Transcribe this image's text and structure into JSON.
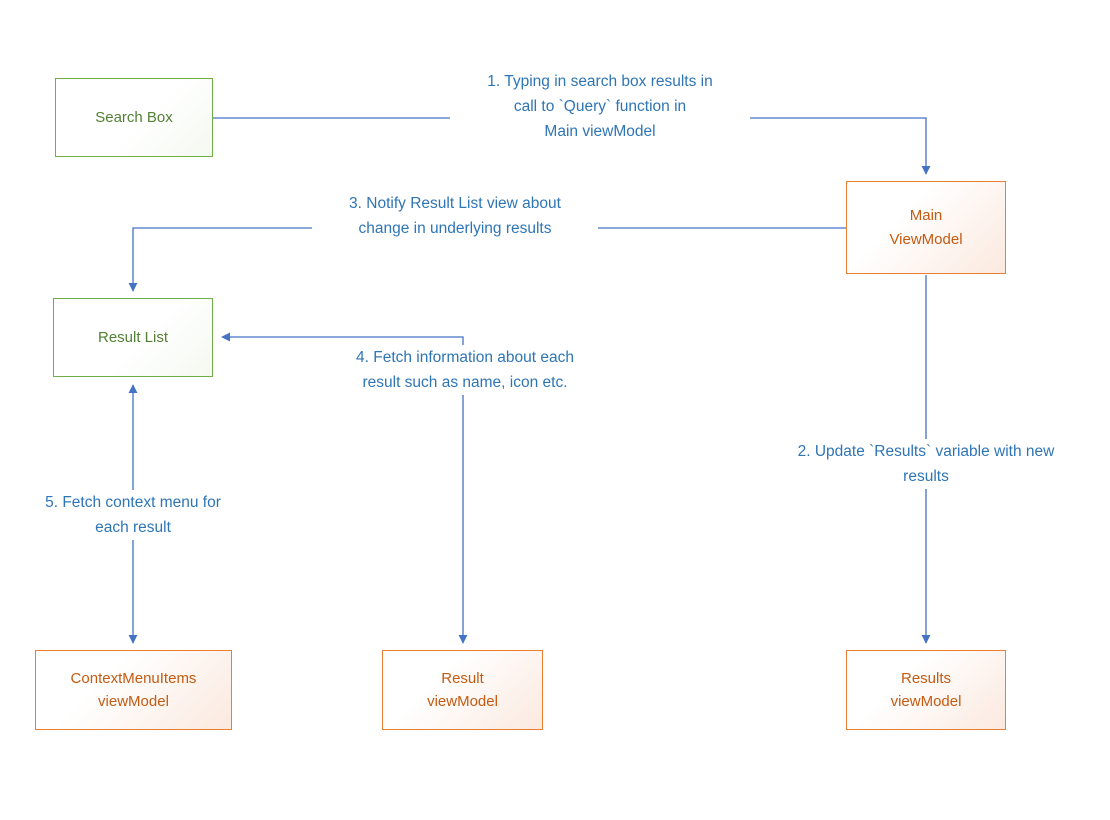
{
  "diagram": {
    "boxes": {
      "search_box": {
        "label": "Search Box"
      },
      "main_viewmodel": {
        "label": "Main\nViewModel"
      },
      "result_list": {
        "label": "Result List"
      },
      "contextmenu_viewmodel": {
        "label": "ContextMenuItems\nviewModel"
      },
      "result_viewmodel": {
        "label": "Result\nviewModel"
      },
      "results_viewmodel": {
        "label": "Results\nviewModel"
      }
    },
    "labels": {
      "step1": "1. Typing in search box results in\ncall to `Query` function in\nMain viewModel",
      "step2": "2. Update `Results` variable with new\nresults",
      "step3": "3. Notify Result List view about\nchange in underlying results",
      "step4": "4. Fetch information about each\nresult such as name, icon etc.",
      "step5": "5. Fetch context menu for\neach result"
    },
    "colors": {
      "green_border": "#70ad47",
      "green_text": "#538135",
      "orange_border": "#ed7d31",
      "orange_text": "#c55a11",
      "arrow": "#4472c4",
      "label_text": "#2e75b6"
    }
  }
}
